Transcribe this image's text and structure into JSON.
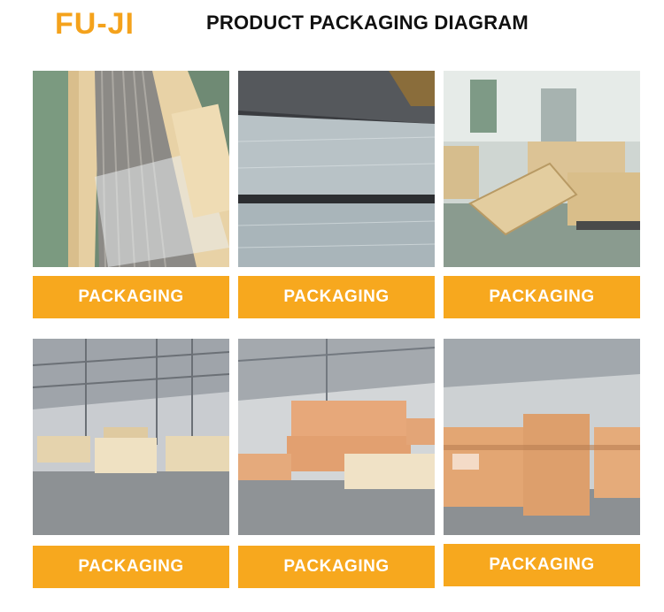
{
  "header": {
    "logo_text": "FU-JI",
    "title": "PRODUCT PACKAGING DIAGRAM"
  },
  "colors": {
    "brand_orange": "#f7a81e",
    "title": "#111111",
    "label_text": "#ffffff"
  },
  "tiles": [
    {
      "label": "PACKAGING"
    },
    {
      "label": "PACKAGING"
    },
    {
      "label": "PACKAGING"
    },
    {
      "label": "PACKAGING"
    },
    {
      "label": "PACKAGING"
    },
    {
      "label": "PACKAGING"
    }
  ]
}
